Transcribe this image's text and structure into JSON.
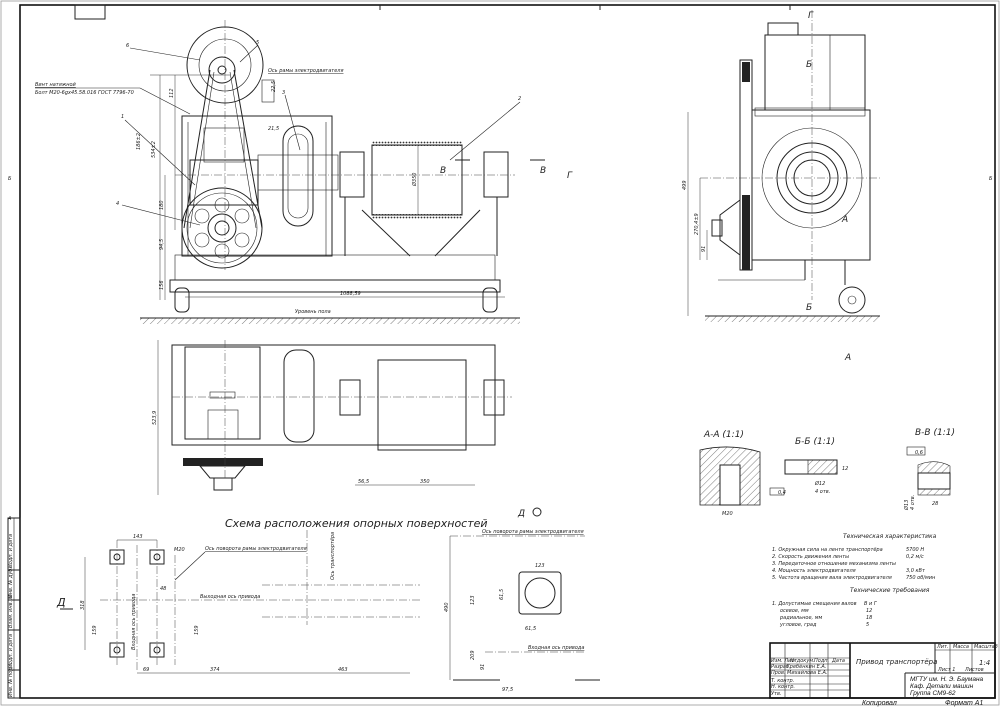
{
  "drawing": {
    "title": "Привод транспортёра",
    "scale": "1:4",
    "sheet_label": "Лист 1",
    "sheets_label": "Листов",
    "org": [
      "МГТУ им. Н. Э. Баумана",
      "Каф. Детали машин",
      "Группа СМ9-62"
    ],
    "format": "Формат А1",
    "copied": "Копировал",
    "title_block_headers": {
      "lit": "Лит.",
      "mass": "Масса",
      "scale": "Масштаб",
      "change": "Изм. Лист",
      "doc": "№ докум.",
      "sign": "Подп.",
      "date": "Дата"
    },
    "roles": [
      {
        "role": "Разраб.",
        "name": "Гребёнкин Е.А."
      },
      {
        "role": "Пров.",
        "name": "Михайлова Е.А."
      },
      {
        "role": "Т. контр.",
        "name": ""
      },
      {
        "role": "Н. контр.",
        "name": ""
      },
      {
        "role": "Утв.",
        "name": ""
      }
    ],
    "side_stamp": [
      "Инв. № подл.",
      "Подп. и дата",
      "Взам. инв. №",
      "Инв. № дубл.",
      "Подп. и дата"
    ]
  },
  "front_view": {
    "callouts": [
      "1",
      "2",
      "3",
      "4",
      "5",
      "6"
    ],
    "note_line1": "Винт натяжной",
    "note_line2": "Болт М20-6gх45.58.016 ГОСТ 7796-70",
    "axis_label": "Ось рамы электродвигателя",
    "floor_label": "Уровень пола",
    "dims": [
      "112",
      "22,5",
      "21,5",
      "186±2",
      "534±2",
      "180",
      "Ø350",
      "94,5",
      "156",
      "1088,59"
    ],
    "section_marks": [
      "В",
      "В",
      "Г"
    ]
  },
  "side_view": {
    "marks": [
      "Г",
      "Б",
      "Б",
      "А",
      "А"
    ],
    "dims": [
      "499",
      "270,4±9",
      "91"
    ]
  },
  "plan_view": {
    "dims": [
      "523,9",
      "56,5",
      "350"
    ]
  },
  "sections": [
    {
      "title": "А-А (1:1)",
      "dims": [
        "М20"
      ]
    },
    {
      "title": "Б-Б (1:1)",
      "dims": [
        "12",
        "Ø12",
        "4 отв.",
        "0,4"
      ]
    },
    {
      "title": "В-В (1:1)",
      "dims": [
        "0,6",
        "Ø13",
        "4 отв.",
        "28"
      ]
    }
  ],
  "support_scheme": {
    "title": "Схема расположения опорных поверхностей",
    "view_mark": "Д",
    "motor_axis": "Ось поворота рамы электродвигателя",
    "output_axis": "Выходная ось привода",
    "input_axis": "Входная ось привода",
    "conveyor_axis": "Ось транспортёра",
    "thread": "М20",
    "dims": [
      "143",
      "48",
      "318",
      "159",
      "159",
      "69",
      "374",
      "463"
    ]
  },
  "view_d": {
    "title": "Д",
    "motor_axis": "Ось поворота рамы электродвигателя",
    "input_axis": "Входная ось привода",
    "dims": [
      "123",
      "490",
      "123",
      "61,5",
      "61,5",
      "209",
      "91",
      "97,5"
    ]
  },
  "tech_specs": {
    "title": "Техническая характеристика",
    "items": [
      {
        "label": "1. Окружная сила на ленте транспортёра",
        "value": "5700 Н"
      },
      {
        "label": "2. Скорость движения ленты",
        "value": "0,2 м/с"
      },
      {
        "label": "3. Передаточное отношение механизма ленты",
        "value": ""
      },
      {
        "label": "4. Мощность электродвигателя",
        "value": "3,0 кВт"
      },
      {
        "label": "5. Частота вращения вала электродвигателя",
        "value": "750 об/мин"
      }
    ]
  },
  "tech_requirements": {
    "title": "Технические требования",
    "intro": "1. Допустимые смещения валов",
    "col": "В и Г",
    "items": [
      {
        "label": "осевое, мм",
        "value": "12"
      },
      {
        "label": "радиальное, мм",
        "value": "18"
      },
      {
        "label": "угловое, град",
        "value": "5"
      }
    ]
  },
  "border": {
    "zone_b": "Б",
    "zone_a": "А"
  }
}
